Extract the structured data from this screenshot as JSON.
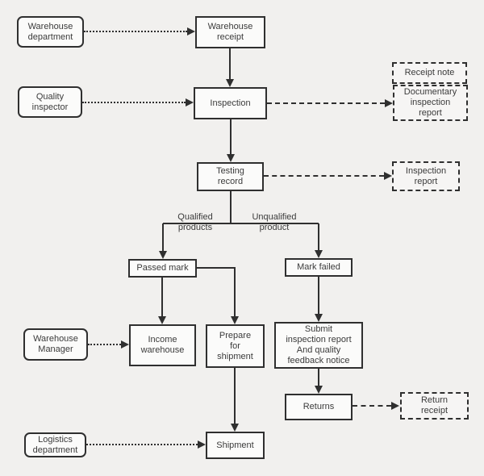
{
  "colors": {
    "background": "#f1f0ee",
    "node_fill": "#fbfbfa",
    "stroke": "#2f2f2f",
    "text": "#3b3b3b"
  },
  "nodes": {
    "warehouse_department": {
      "label": "Warehouse\ndepartment"
    },
    "warehouse_receipt": {
      "label": "Warehouse\nreceipt"
    },
    "quality_inspector": {
      "label": "Quality\ninspector"
    },
    "inspection": {
      "label": "Inspection"
    },
    "receipt_note": {
      "label": "Receipt note"
    },
    "documentary_inspection_report": {
      "label": "Documentary\ninspection\nreport"
    },
    "testing_record": {
      "label": "Testing\nrecord"
    },
    "inspection_report": {
      "label": "Inspection\nreport"
    },
    "passed_mark": {
      "label": "Passed mark"
    },
    "mark_failed": {
      "label": "Mark failed"
    },
    "warehouse_manager": {
      "label": "Warehouse\nManager"
    },
    "income_warehouse": {
      "label": "Income\nwarehouse"
    },
    "prepare_shipment": {
      "label": "Prepare\nfor\nshipment"
    },
    "submit_report": {
      "label": "Submit\ninspection report\nAnd quality\nfeedback notice"
    },
    "returns": {
      "label": "Returns"
    },
    "return_receipt": {
      "label": "Return\nreceipt"
    },
    "logistics_department": {
      "label": "Logistics\ndepartment"
    },
    "shipment": {
      "label": "Shipment"
    }
  },
  "edge_labels": {
    "qualified": "Qualified\nproducts",
    "unqualified": "Unqualified\nproduct"
  }
}
